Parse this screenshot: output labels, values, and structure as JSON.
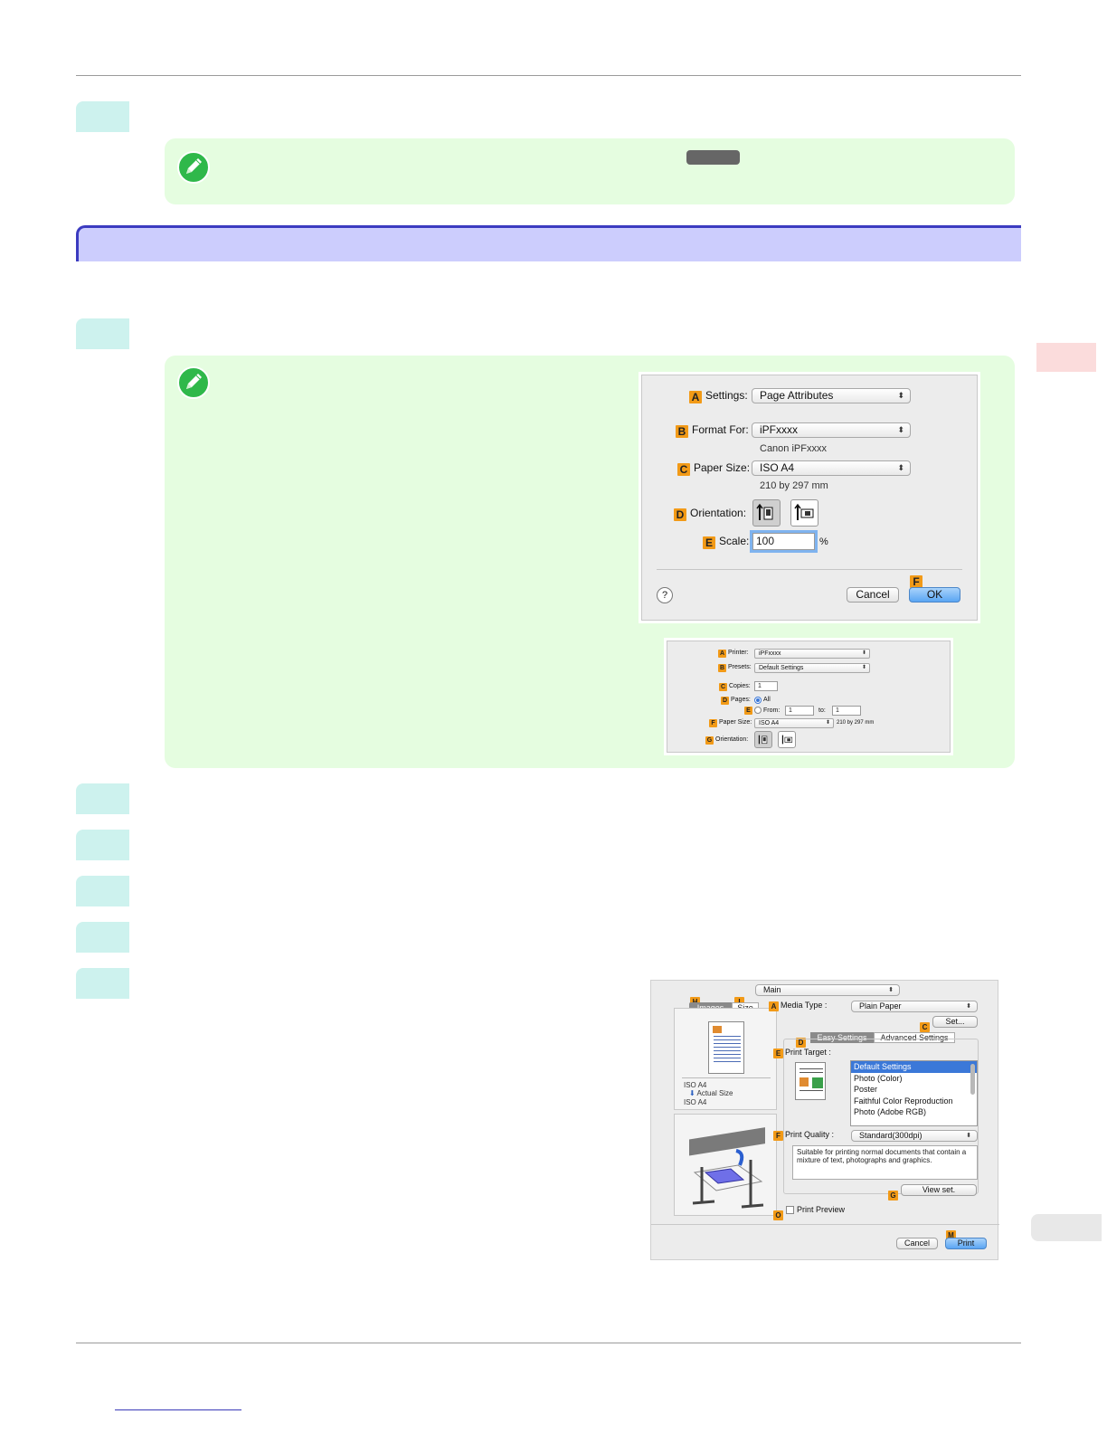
{
  "page": {
    "accent_bar_color": "#cccdfd",
    "step_tab_color": "#cdf2ee",
    "note_bg_color": "#e5fde0",
    "icons": [
      "pencil-note-icon"
    ]
  },
  "page_attributes_dialog": {
    "settings_label": "Settings:",
    "settings_value": "Page Attributes",
    "format_for_label": "Format For:",
    "format_for_value": "iPFxxxx",
    "format_for_sub": "Canon iPFxxxx",
    "paper_size_label": "Paper Size:",
    "paper_size_value": "ISO A4",
    "paper_size_sub": "210 by 297 mm",
    "orientation_label": "Orientation:",
    "scale_label": "Scale:",
    "scale_value": "100",
    "scale_unit": "%",
    "help": "?",
    "cancel": "Cancel",
    "ok": "OK",
    "badges": {
      "a": "A",
      "b": "B",
      "c": "C",
      "d": "D",
      "e": "E",
      "f": "F"
    }
  },
  "print_dialog_small": {
    "printer_label": "Printer:",
    "printer_value": "iPFxxxx",
    "presets_label": "Presets:",
    "presets_value": "Default Settings",
    "copies_label": "Copies:",
    "copies_value": "1",
    "pages_label": "Pages:",
    "pages_all": "All",
    "from_label": "From:",
    "from_value": "1",
    "to_label": "to:",
    "to_value": "1",
    "paper_size_label": "Paper Size:",
    "paper_size_value": "ISO A4",
    "paper_size_sub": "210 by 297 mm",
    "orientation_label": "Orientation:",
    "badges": {
      "a": "A",
      "b": "B",
      "c": "C",
      "d": "D",
      "e": "E",
      "f": "F",
      "g": "G"
    }
  },
  "main_dialog": {
    "panel_value": "Main",
    "tab_images": "Images",
    "tab_size": "Size",
    "media_type_label": "Media Type :",
    "media_type_value": "Plain Paper",
    "set_button": "Set...",
    "tab_easy": "Easy Settings",
    "tab_advanced": "Advanced Settings",
    "print_target_label": "Print Target :",
    "print_targets": [
      "Default Settings",
      "Photo (Color)",
      "Poster",
      "Faithful Color Reproduction",
      "Photo (Adobe RGB)"
    ],
    "selected_target_index": 0,
    "paper_from": "ISO A4",
    "actual_size": "Actual Size",
    "paper_to": "ISO A4",
    "print_quality_label": "Print Quality :",
    "print_quality_value": "Standard(300dpi)",
    "description": "Suitable for printing normal documents that contain a mixture of text, photographs and graphics.",
    "view_set": "View set.",
    "print_preview": "Print Preview",
    "cancel": "Cancel",
    "print": "Print",
    "badges": {
      "h": "H",
      "i": "I",
      "a": "A",
      "c": "C",
      "d": "D",
      "e": "E",
      "f": "F",
      "g": "G",
      "o": "O",
      "m": "M"
    }
  }
}
